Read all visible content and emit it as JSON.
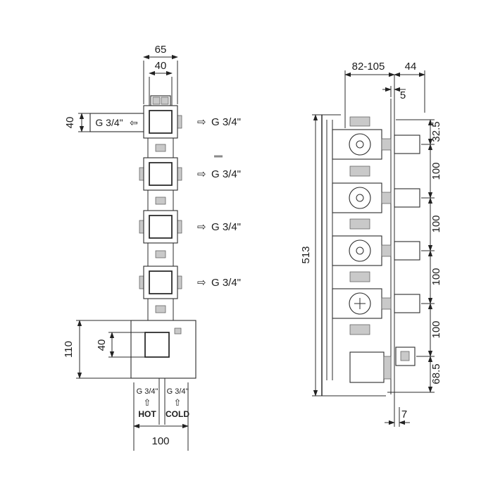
{
  "colors": {
    "line": "#2b2b2b",
    "detail_fill": "#c9c9c9",
    "background": "#ffffff"
  },
  "drawing": {
    "front": {
      "dim_top_total": "65",
      "dim_top_inner": "40",
      "inlet_dim_height": "40",
      "inlet_label": "G 3/4\"",
      "inlet_arrow": "⇦",
      "outlet_arrow": "⇨",
      "outlet_label_1": "G 3/4\"",
      "outlet_label_2": "G 3/4\"",
      "outlet_label_3": "G 3/4\"",
      "outlet_label_4": "G 3/4\"",
      "base_dim_height": "110",
      "base_dim_inner_height": "40",
      "base_dim_width": "100",
      "hot_port_label": "G 3/4\"",
      "cold_port_label": "G 3/4\"",
      "supply_arrow": "⇧",
      "hot_label": "HOT",
      "cold_label": "COLD"
    },
    "side": {
      "dim_depth_range": "82-105",
      "dim_trim_depth": "44",
      "dim_plate_thickness": "5",
      "dim_overall_height": "513",
      "dim_seg_top": "32.5",
      "dim_seg_1": "100",
      "dim_seg_2": "100",
      "dim_seg_3": "100",
      "dim_seg_4": "100",
      "dim_seg_bottom": "68.5",
      "dim_bottom_gap": "7"
    }
  }
}
